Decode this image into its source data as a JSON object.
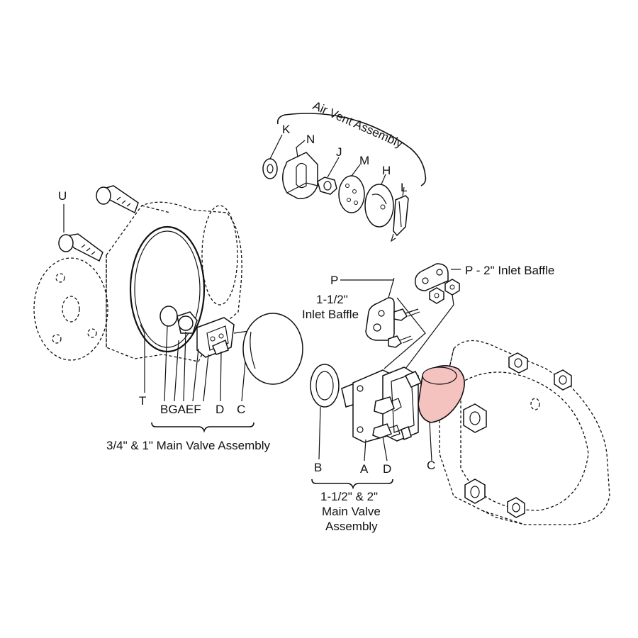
{
  "labels": {
    "air_vent_assembly": "Air Vent Assembly",
    "k": "K",
    "n": "N",
    "j": "J",
    "m": "M",
    "h": "H",
    "l": "L",
    "u": "U",
    "p_left": "P",
    "inlet_baffle_size": "1-1/2\"",
    "inlet_baffle": "Inlet Baffle",
    "p_right": "P - 2\" Inlet Baffle",
    "small_t": "T",
    "small_letters": "BGAEF",
    "small_d": "D",
    "small_c": "C",
    "small_assembly": "3/4\" & 1\" Main Valve Assembly",
    "big_b": "B",
    "big_a": "A",
    "big_d": "D",
    "big_c": "C",
    "big_assembly_1": "1-1/2\" & 2\"",
    "big_assembly_2": "Main Valve",
    "big_assembly_3": "Assembly"
  },
  "colors": {
    "highlight": "#f4c3c0",
    "ink": "#111111"
  }
}
